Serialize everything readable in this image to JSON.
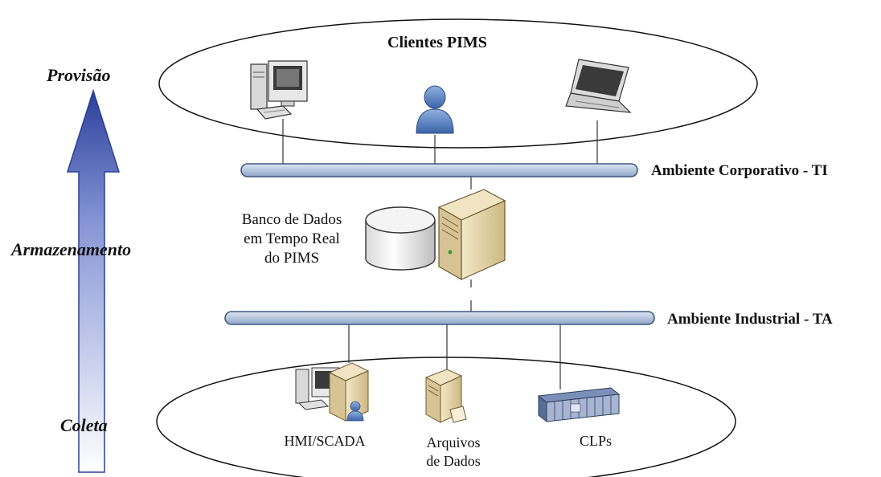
{
  "side_labels": {
    "top": "Provisão",
    "middle": "Armazenamento",
    "bottom": "Coleta"
  },
  "clients": {
    "title": "Clientes PIMS",
    "icons": [
      "desktop-computer-icon",
      "user-icon",
      "laptop-icon"
    ]
  },
  "corporate_bus": {
    "label": "Ambiente Corporativo - TI"
  },
  "database": {
    "line1": "Banco de Dados",
    "line2": "em Tempo Real",
    "line3": "do PIMS",
    "icons": [
      "database-cylinder-icon",
      "server-icon"
    ]
  },
  "industrial_bus": {
    "label": "Ambiente Industrial - TA"
  },
  "field": {
    "hmi": "HMI/SCADA",
    "files_line1": "Arquivos",
    "files_line2": "de Dados",
    "plc": "CLPs"
  },
  "colors": {
    "bus_fill": "#b7c7dd",
    "bus_stroke": "#3d5a80",
    "arrow_top": "#2b3f9a",
    "arrow_bottom": "#ffffff",
    "user_blue": "#5b84c4",
    "server_beige": "#e3d2a5"
  }
}
